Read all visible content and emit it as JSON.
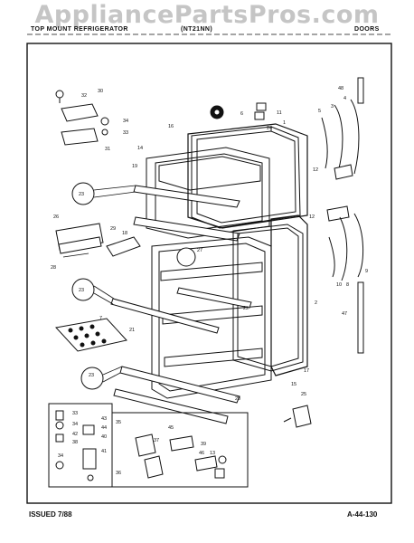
{
  "watermark": "AppliancePartsPros.com",
  "header": {
    "left": "TOP MOUNT REFRIGERATOR",
    "middle": "(NT21NN)",
    "right": "DOORS"
  },
  "footer": {
    "issued": "ISSUED 7/88",
    "page_ref": "A-44-130"
  },
  "callouts": [
    "30",
    "32",
    "34",
    "33",
    "31",
    "6",
    "11",
    "24",
    "16",
    "1",
    "48",
    "5",
    "3",
    "4",
    "14",
    "12",
    "19",
    "23",
    "26",
    "29",
    "18",
    "28",
    "27",
    "12",
    "22",
    "2",
    "7",
    "21",
    "10",
    "8",
    "9",
    "47",
    "23",
    "17",
    "15",
    "20",
    "25",
    "33",
    "34",
    "42",
    "38",
    "34",
    "35",
    "43",
    "44",
    "40",
    "41",
    "45",
    "37",
    "39",
    "46",
    "13",
    "36"
  ],
  "callout_colors": {
    "ink": "#111111",
    "paper": "#ffffff"
  }
}
